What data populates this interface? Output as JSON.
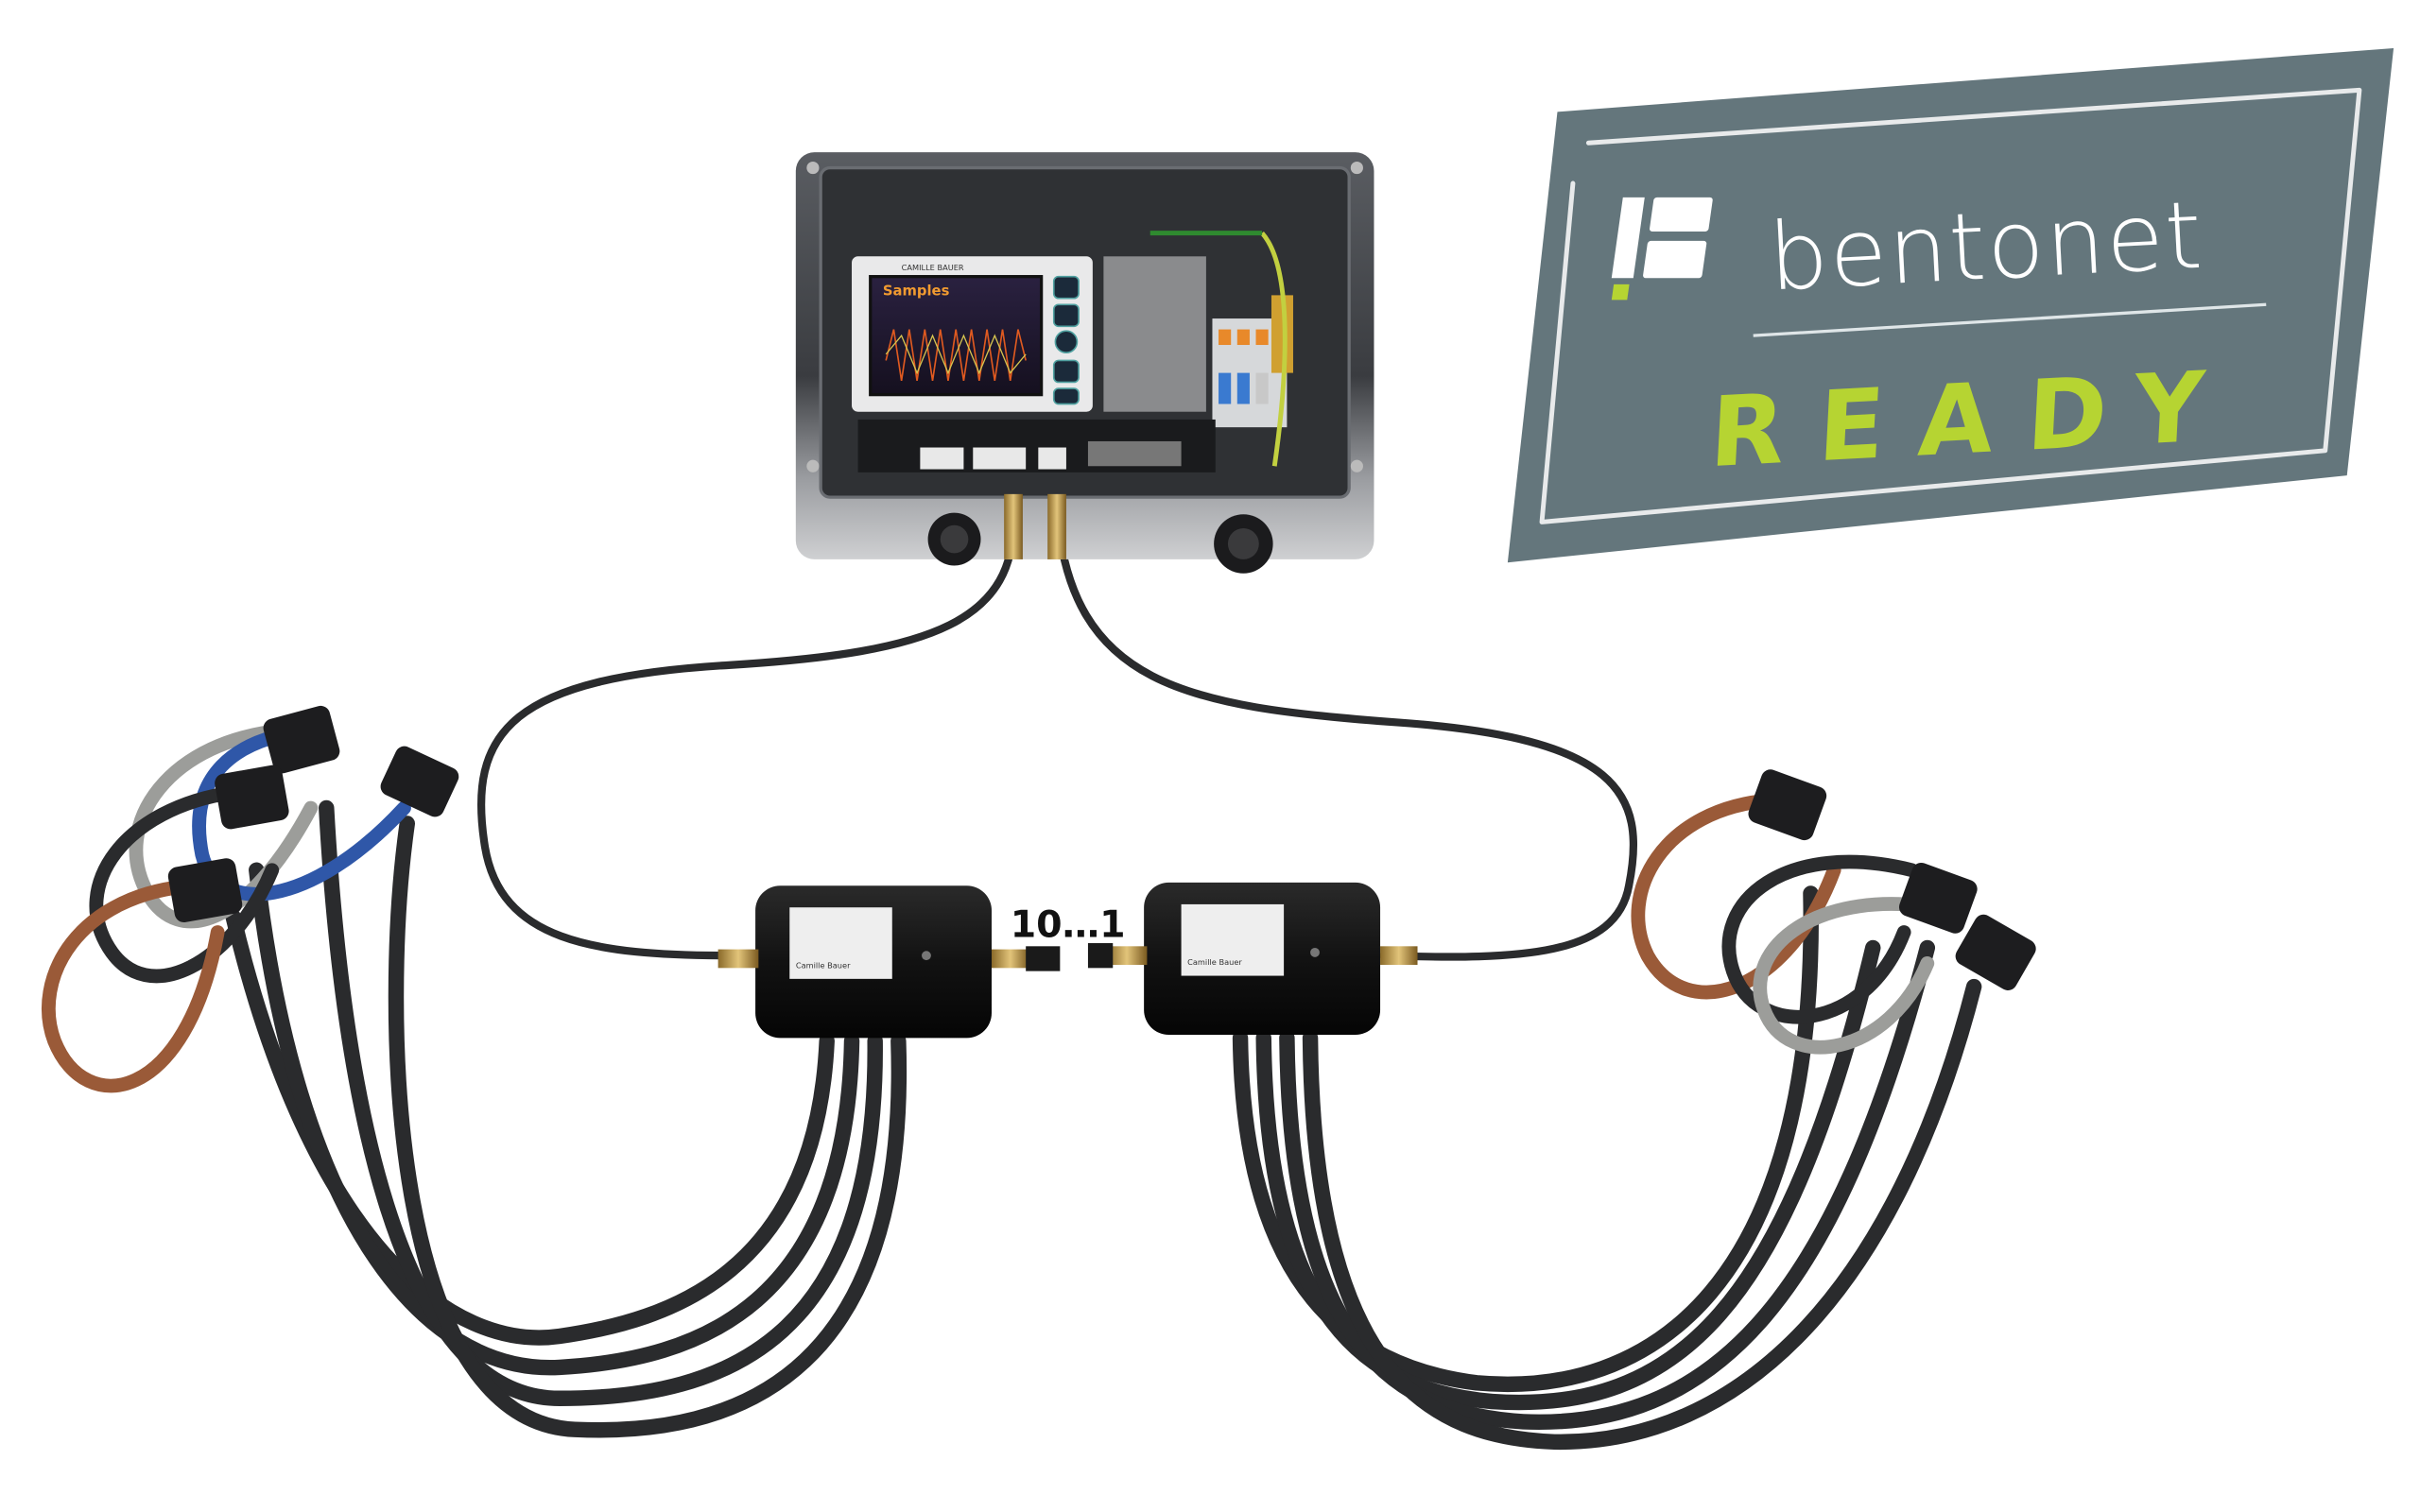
{
  "badge": {
    "brand_name": "bentonet",
    "status_text": "READY",
    "background_color": "#64767c",
    "accent_color": "#b6d432",
    "text_color": "#ffffff"
  },
  "devices": {
    "chain_label": "10…1",
    "screen_title": "Samples",
    "controller_brand": "CAMILLE BAUER",
    "module_brand": "Camille Bauer"
  },
  "colors": {
    "cable_black": "#2a2b2d",
    "coil_brown": "#9a5a38",
    "coil_gray": "#9c9d9a",
    "coil_blue": "#2f57a8",
    "enclosure": "#3a3c3f",
    "module_body": "#141414"
  },
  "icons": {
    "logo": "bentonet-logo-icon"
  }
}
